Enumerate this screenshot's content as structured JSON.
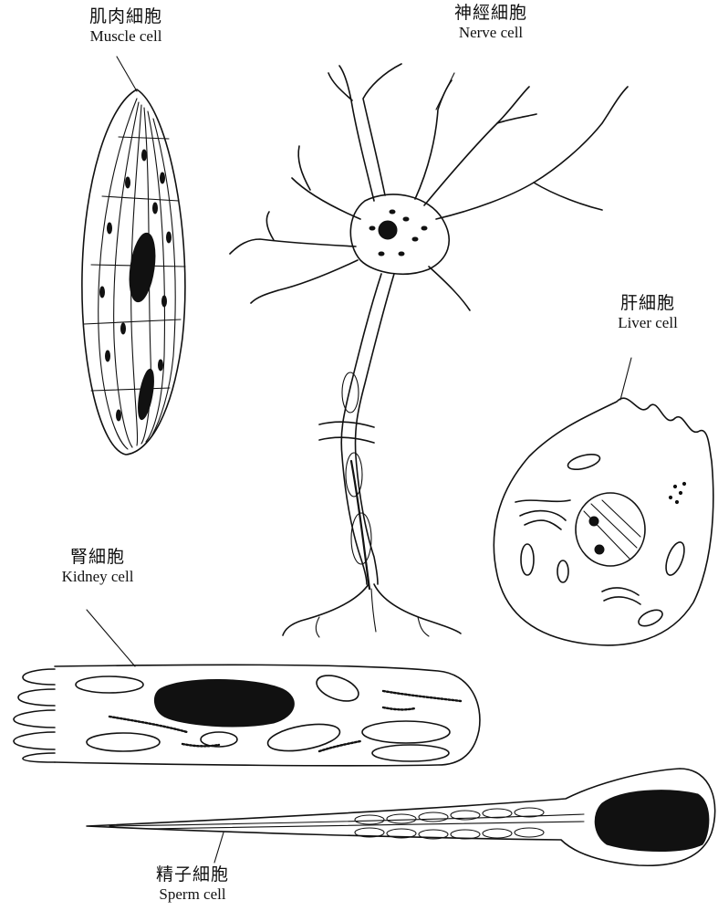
{
  "labels": {
    "muscle": {
      "zh": "肌肉細胞",
      "en": "Muscle cell"
    },
    "nerve": {
      "zh": "神經細胞",
      "en": "Nerve cell"
    },
    "liver": {
      "zh": "肝細胞",
      "en": "Liver cell"
    },
    "kidney": {
      "zh": "腎細胞",
      "en": "Kidney cell"
    },
    "sperm": {
      "zh": "精子細胞",
      "en": "Sperm cell"
    }
  }
}
